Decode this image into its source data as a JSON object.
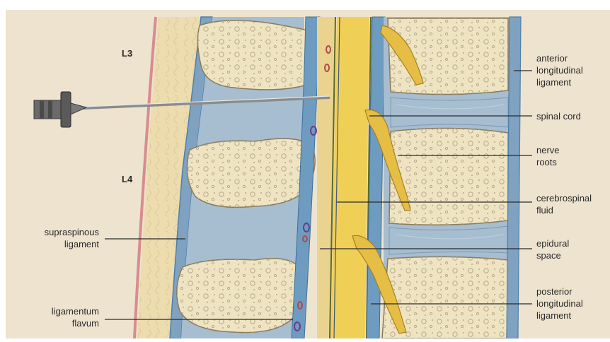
{
  "levels": {
    "upper": "L3",
    "lower": "L4"
  },
  "labels": {
    "anterior_longitudinal_ligament": [
      "anterior",
      "longitudinal",
      "ligament"
    ],
    "spinal_cord": [
      "spinal cord"
    ],
    "nerve_roots": [
      "nerve",
      "roots"
    ],
    "cerebrospinal_fluid": [
      "cerebrospinal",
      "fluid"
    ],
    "epidural_space": [
      "epidural",
      "space"
    ],
    "posterior_longitudinal_ligament": [
      "posterior",
      "longitudinal",
      "ligament"
    ],
    "supraspinous_ligament": [
      "supraspinous",
      "ligament"
    ],
    "ligamentum_flavum": [
      "ligamentum",
      "flavum"
    ]
  },
  "colors": {
    "background": "#eee3cf",
    "skin": "#d88c8e",
    "subcutaneous": "#ecdcae",
    "disc": "#a7bdd0",
    "ligament_blue": "#5e8fb6",
    "bone": "#efe4c2",
    "csf": "#f0cf57",
    "nerve": "#e6be45"
  }
}
